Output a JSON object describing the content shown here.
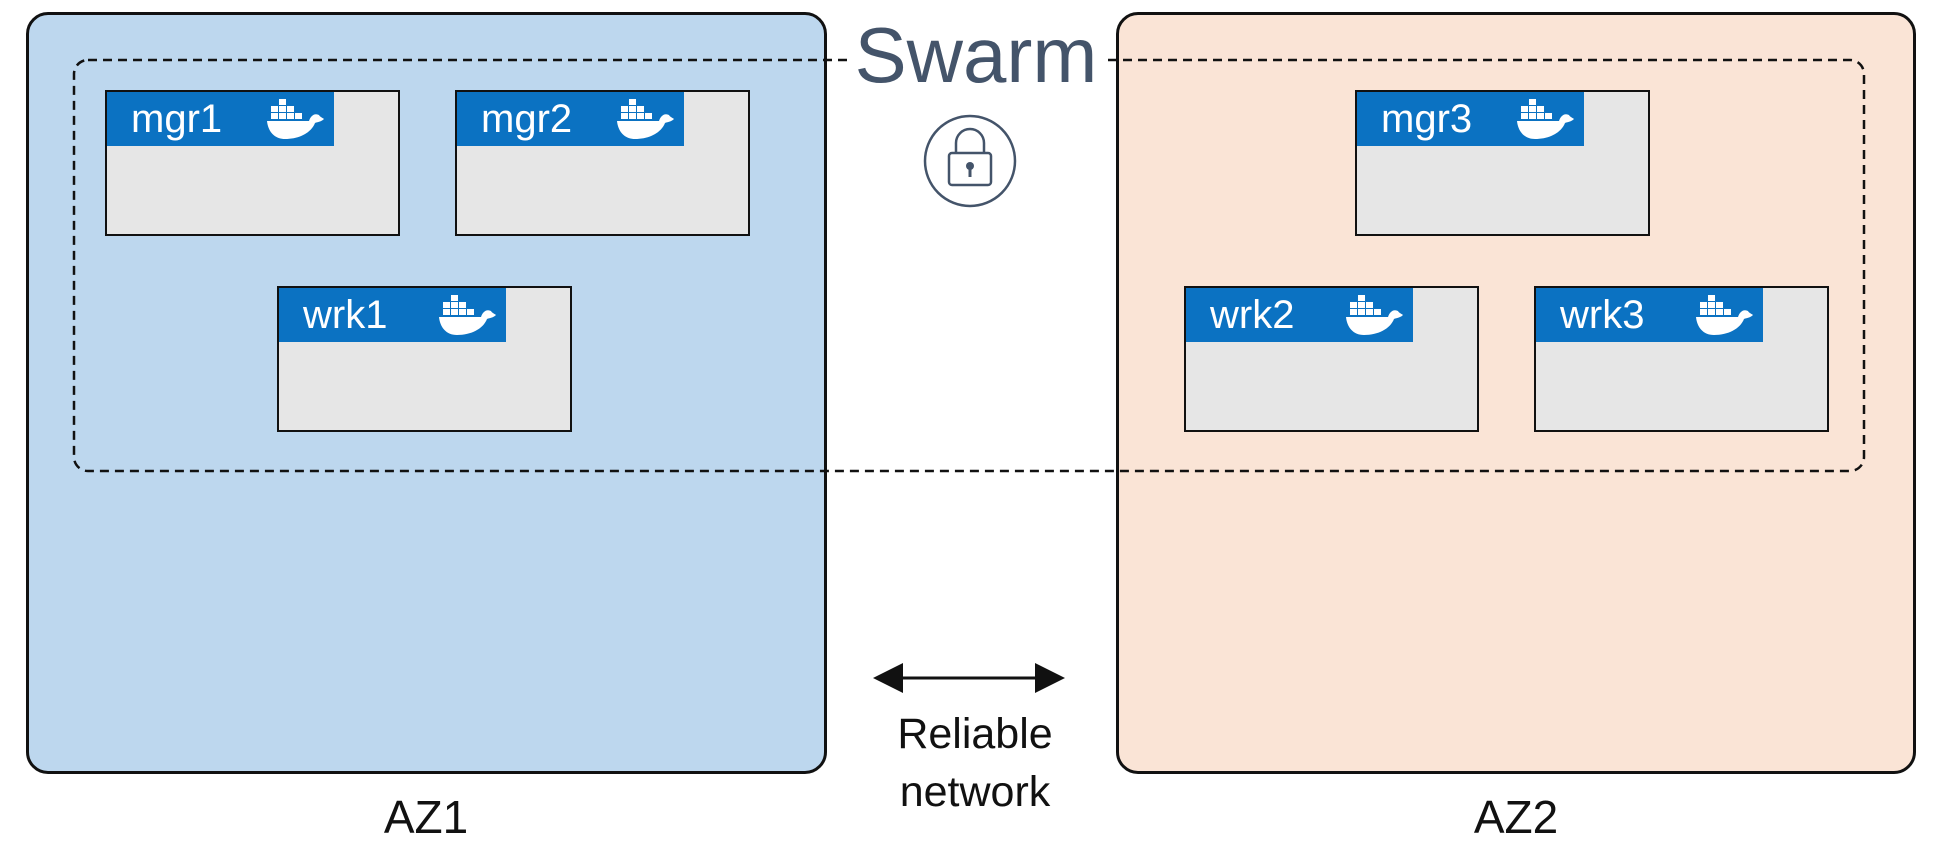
{
  "swarm": {
    "title": "Swarm",
    "lock_icon": "padlock-icon"
  },
  "zones": [
    {
      "label": "AZ1",
      "color": "#bdd7ee"
    },
    {
      "label": "AZ2",
      "color": "#fae4d6"
    }
  ],
  "nodes": [
    {
      "name": "mgr1",
      "role": "manager",
      "icon": "docker-whale-icon"
    },
    {
      "name": "mgr2",
      "role": "manager",
      "icon": "docker-whale-icon"
    },
    {
      "name": "wrk1",
      "role": "worker",
      "icon": "docker-whale-icon"
    },
    {
      "name": "mgr3",
      "role": "manager",
      "icon": "docker-whale-icon"
    },
    {
      "name": "wrk2",
      "role": "worker",
      "icon": "docker-whale-icon"
    },
    {
      "name": "wrk3",
      "role": "worker",
      "icon": "docker-whale-icon"
    }
  ],
  "network": {
    "line1": "Reliable",
    "line2": "network"
  },
  "colors": {
    "node_header": "#0b72c2",
    "node_body": "#e6e6e6",
    "swarm_text": "#44546a"
  }
}
